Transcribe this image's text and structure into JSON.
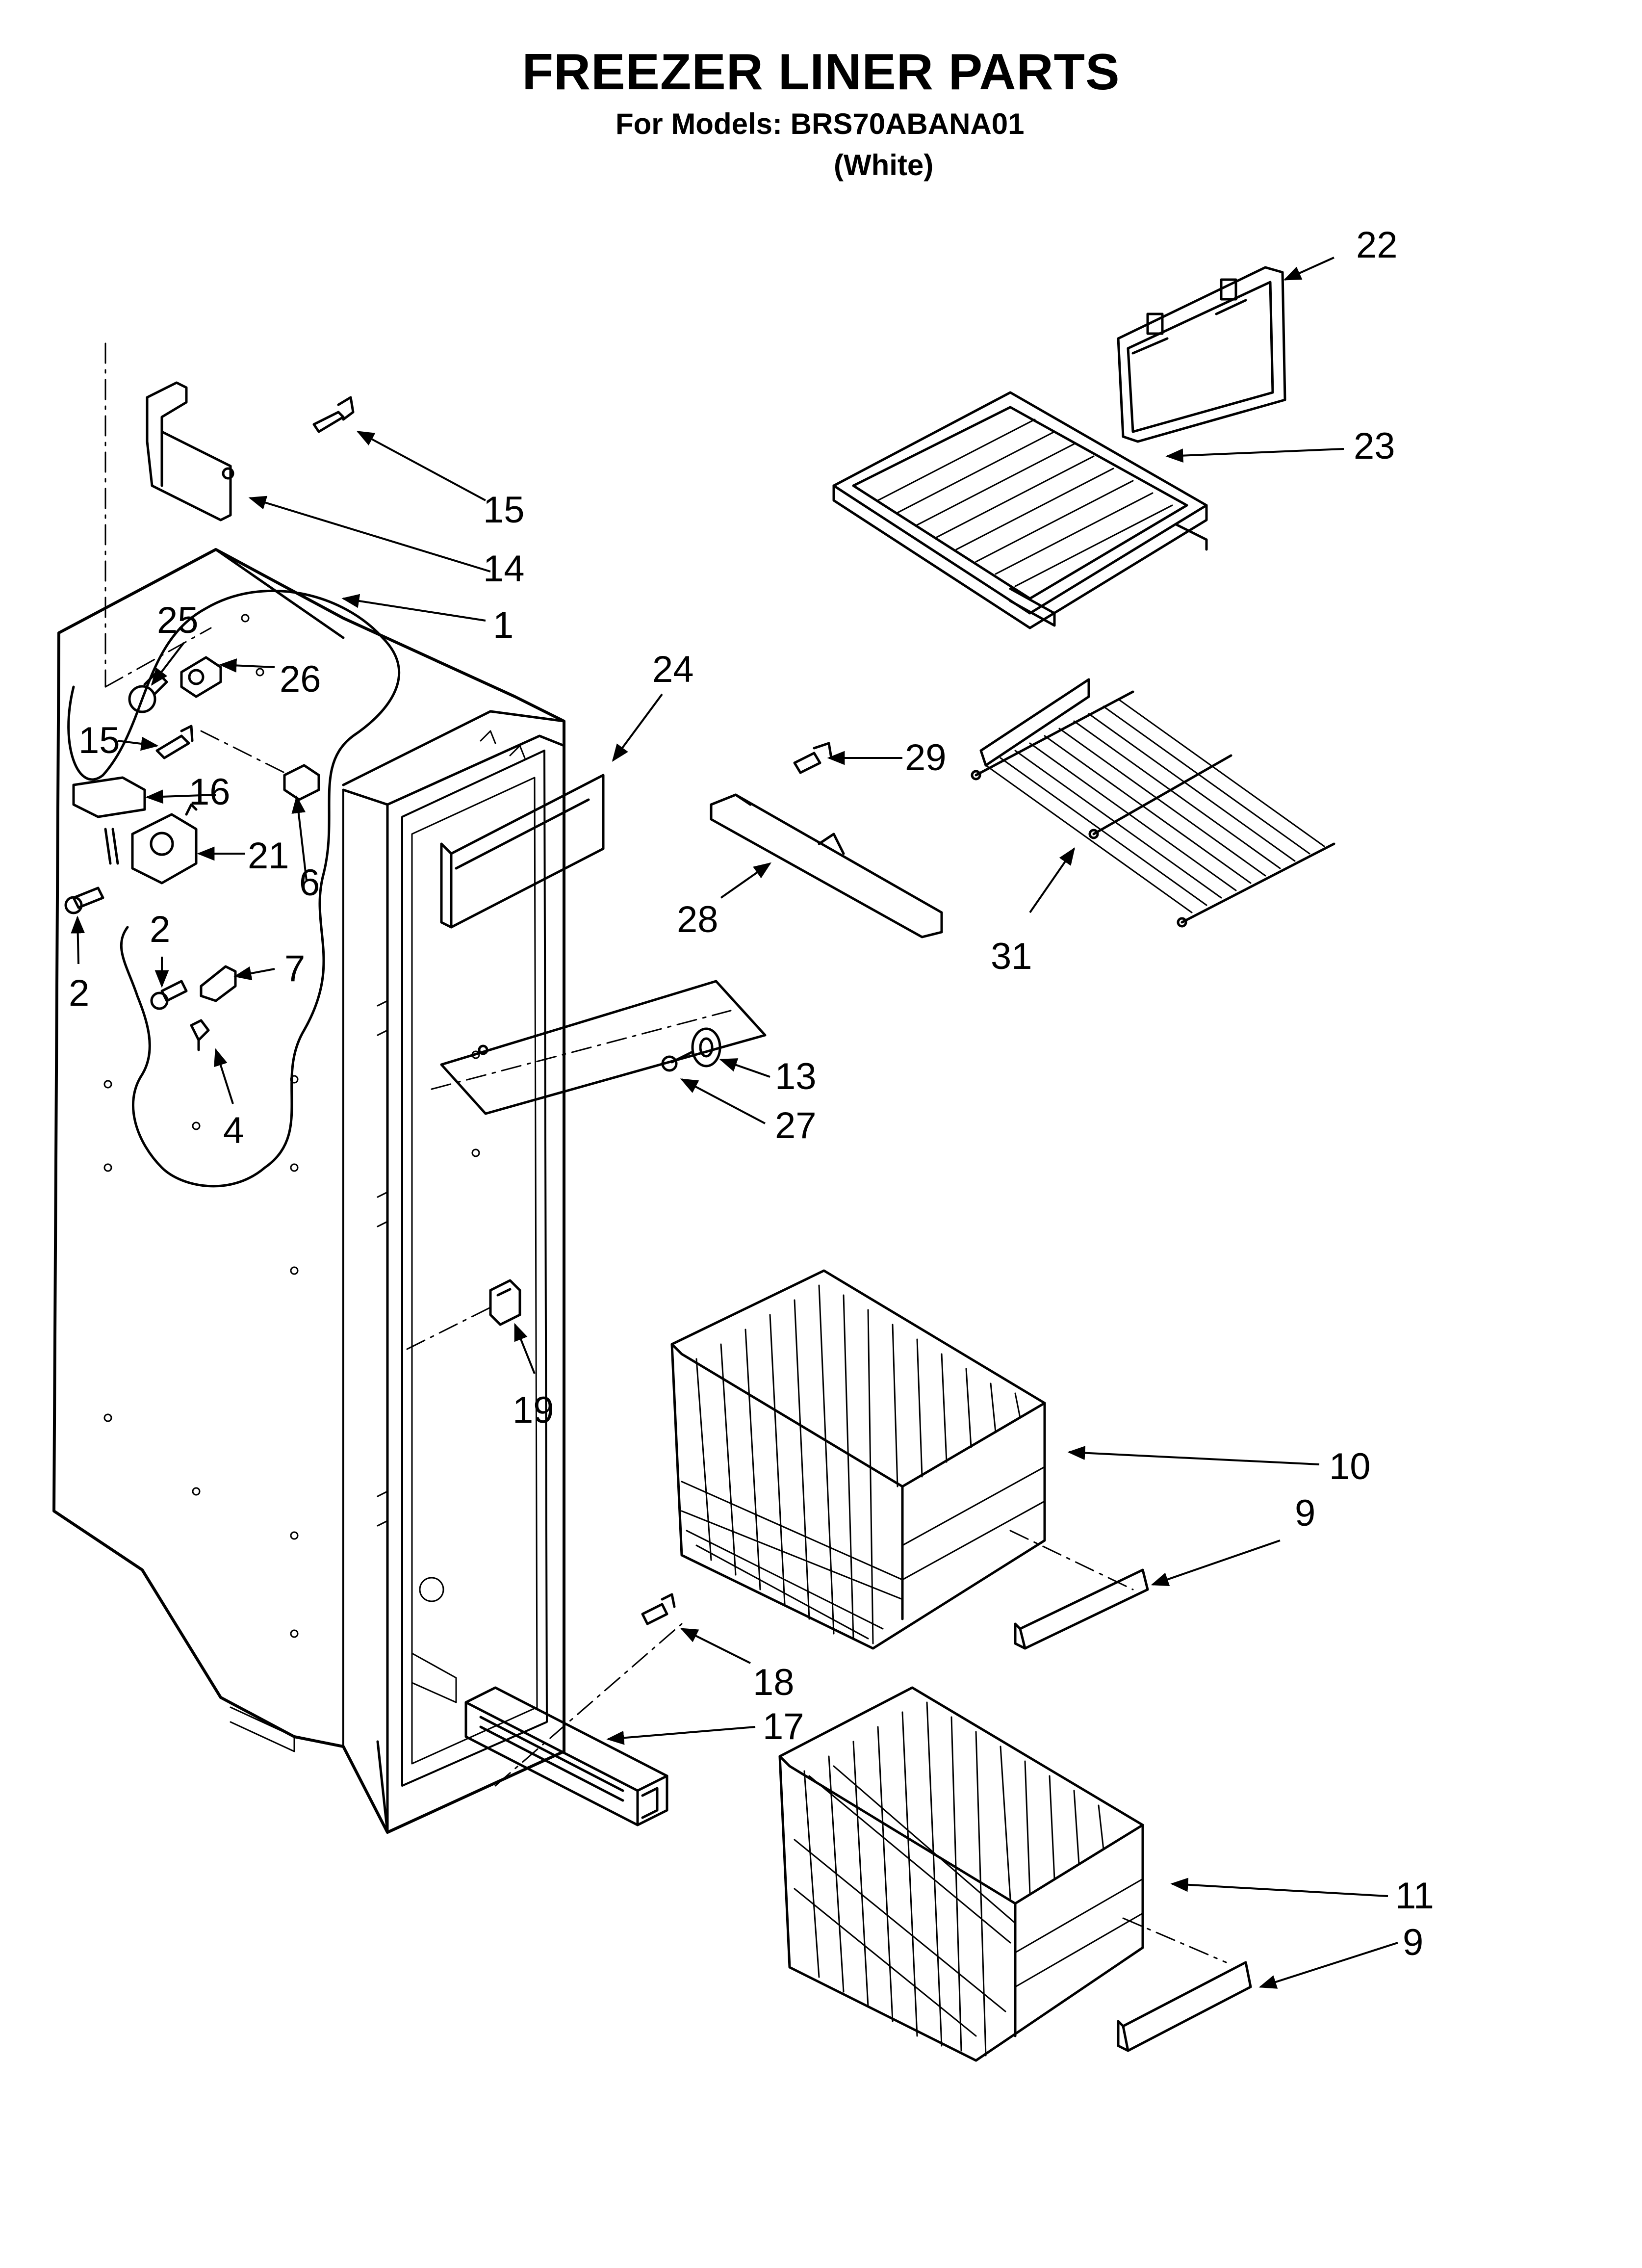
{
  "header": {
    "title": "FREEZER LINER PARTS",
    "models": "For Models: BRS70ABANA01",
    "color": "(White)"
  },
  "callouts": [
    "22",
    "23",
    "15",
    "14",
    "1",
    "25",
    "26",
    "24",
    "15",
    "16",
    "21",
    "6",
    "29",
    "2",
    "2",
    "7",
    "28",
    "31",
    "13",
    "4",
    "27",
    "19",
    "10",
    "9",
    "18",
    "17",
    "11",
    "9"
  ]
}
